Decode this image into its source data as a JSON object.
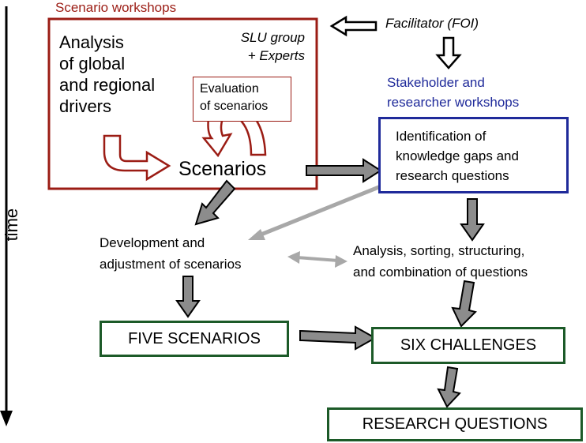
{
  "time_axis": {
    "label": "time"
  },
  "scenario_workshops": {
    "title": "Scenario workshops",
    "analysis": [
      "Analysis",
      "of global",
      "and regional",
      "drivers"
    ],
    "group": [
      "SLU group",
      "+ Experts"
    ],
    "evaluation": [
      "Evaluation",
      "of scenarios"
    ],
    "scenarios": "Scenarios"
  },
  "facilitator": "Facilitator (FOI)",
  "stakeholder_workshops": {
    "title": [
      "Stakeholder and",
      "researcher workshops"
    ],
    "identification": [
      "Identification of",
      "knowledge gaps and",
      "research questions"
    ]
  },
  "development": [
    "Development and",
    "adjustment of scenarios"
  ],
  "analysis_questions": [
    "Analysis, sorting, structuring,",
    "and combination of questions"
  ],
  "outcomes": {
    "five_scenarios": "FIVE SCENARIOS",
    "six_challenges": "SIX CHALLENGES",
    "research_questions": "RESEARCH QUESTIONS"
  },
  "colors": {
    "scenario_red": "#9b1c14",
    "stakeholder_blue": "#1f2a9a",
    "outcome_green": "#1c5a28",
    "arrow_gray": "#8c8c8c",
    "light_arrow_gray": "#a8a8a8"
  }
}
